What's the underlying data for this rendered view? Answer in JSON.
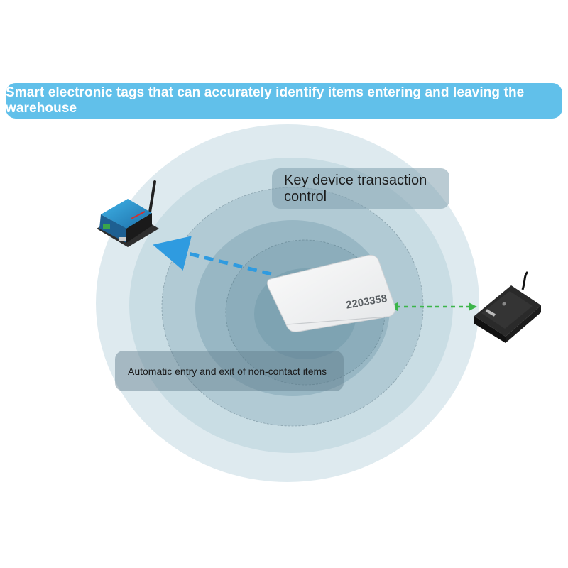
{
  "banner": {
    "text": "Smart electronic tags that can accurately identify items entering and leaving the warehouse"
  },
  "labels": {
    "key_device": "Key device transaction control",
    "automatic_entry": "Automatic entry and exit of non-contact items"
  },
  "rfid_card": {
    "number": "2203358"
  },
  "colors": {
    "banner": "#61c0ea",
    "ring_outer": "#deeaef",
    "ring_2": "#c9dde4",
    "ring_3": "#b1cad4",
    "ring_4": "#98b7c4",
    "ring_inner": "#7ea3b2",
    "arrow_blue": "#2f9be0",
    "arrow_green": "#3cb54a"
  },
  "icons": {
    "left_device": "wireless-gateway-icon",
    "right_device": "desktop-rfid-reader-icon",
    "center_card": "rfid-card-icon"
  }
}
